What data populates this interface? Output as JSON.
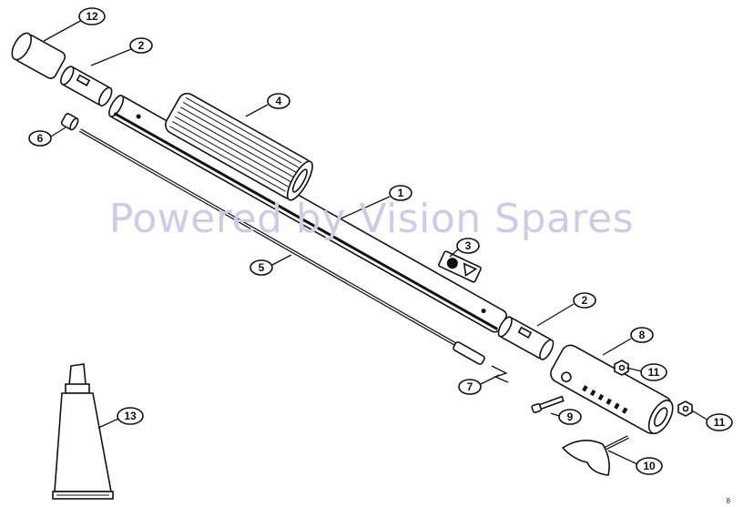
{
  "diagram": {
    "watermark": "Powered by Vision Spares",
    "corner_mark": "8",
    "callouts": [
      {
        "part": "main-tube",
        "label": "1"
      },
      {
        "part": "bushing-top",
        "label": "2"
      },
      {
        "part": "bushing-bottom",
        "label": "2"
      },
      {
        "part": "warning-label",
        "label": "3"
      },
      {
        "part": "grip",
        "label": "4"
      },
      {
        "part": "drive-shaft",
        "label": "5"
      },
      {
        "part": "collar",
        "label": "6"
      },
      {
        "part": "spring-clip",
        "label": "7"
      },
      {
        "part": "clamp-housing",
        "label": "8"
      },
      {
        "part": "screw",
        "label": "9"
      },
      {
        "part": "wing-screw",
        "label": "10"
      },
      {
        "part": "nut-upper",
        "label": "11"
      },
      {
        "part": "nut-lower",
        "label": "11"
      },
      {
        "part": "sleeve",
        "label": "12"
      },
      {
        "part": "grease-tube",
        "label": "13"
      }
    ]
  }
}
